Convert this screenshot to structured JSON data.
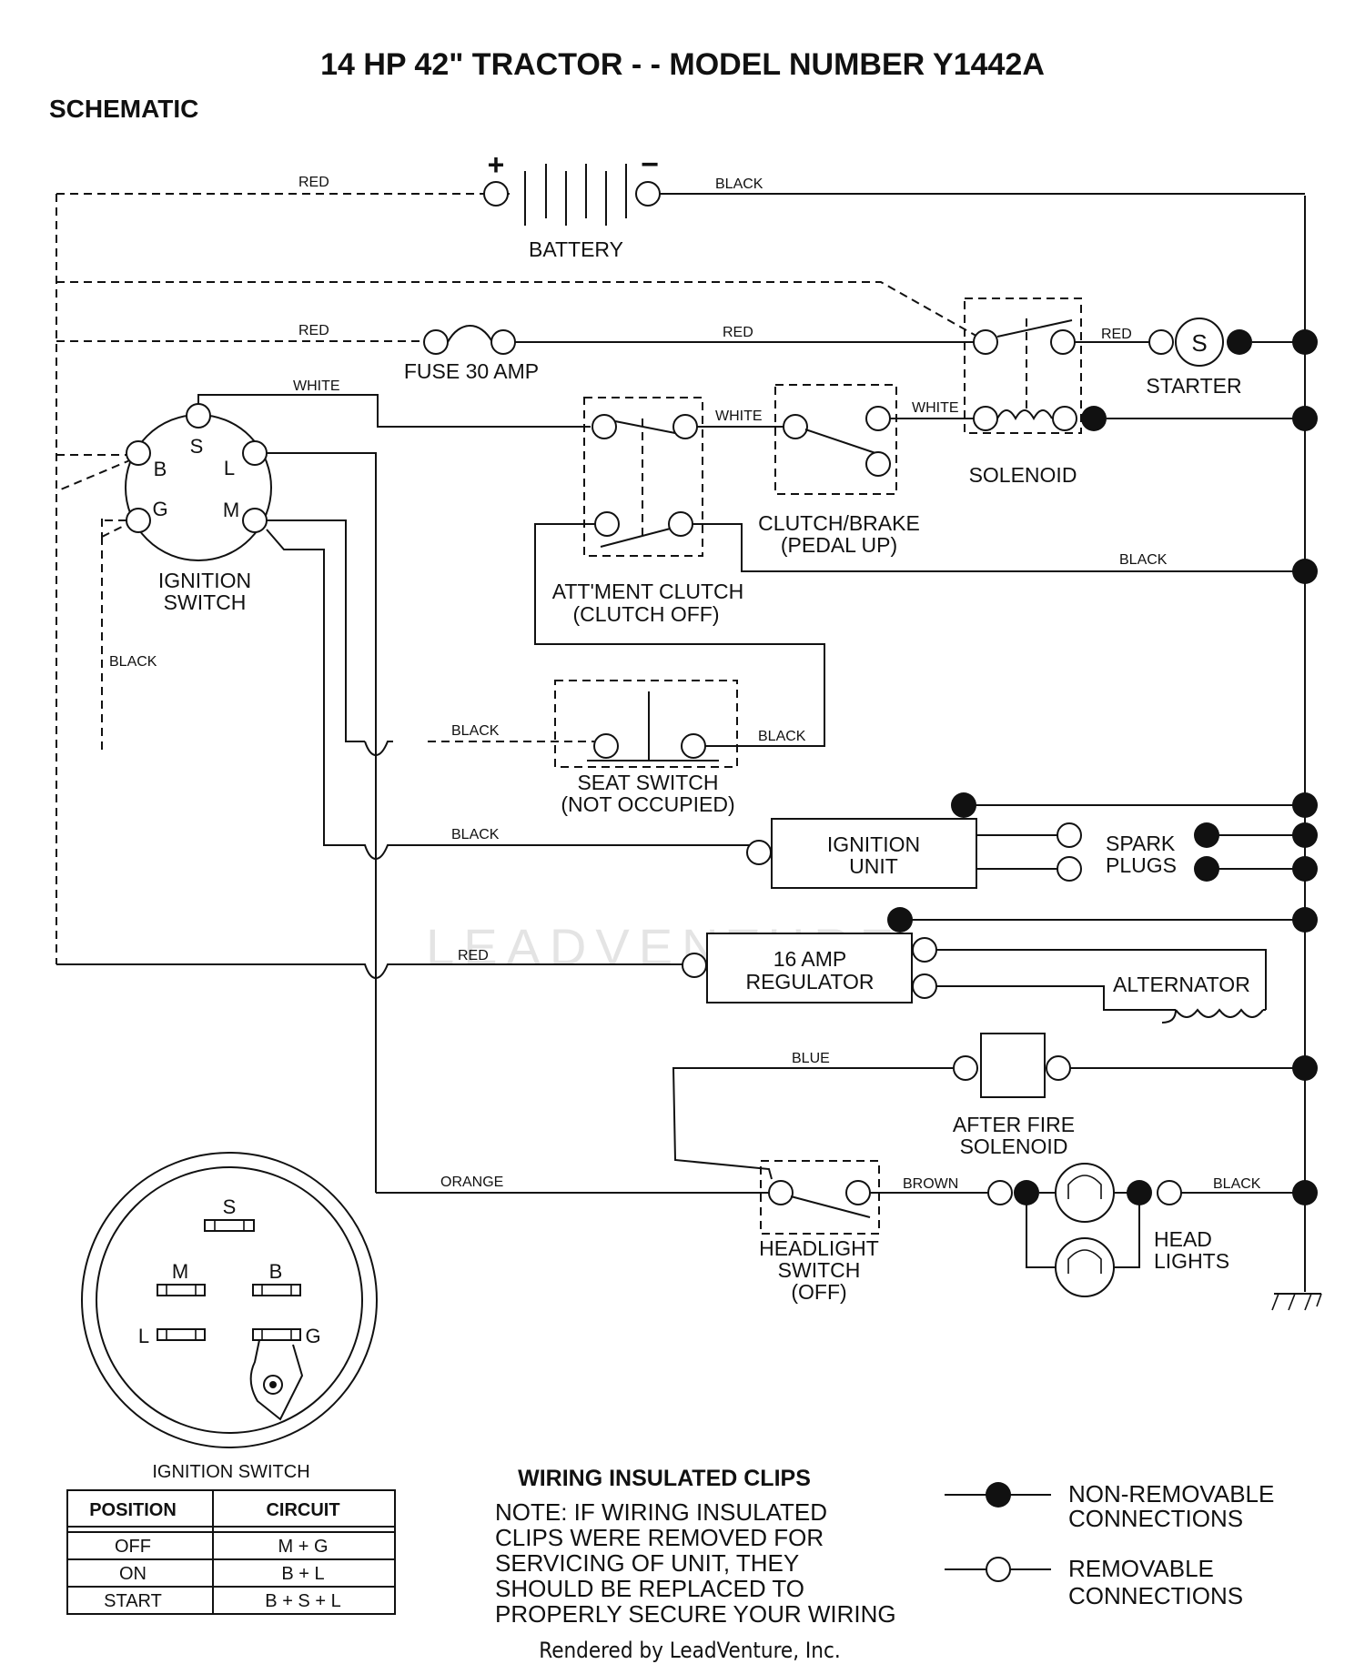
{
  "title": "14 HP 42\" TRACTOR - - MODEL NUMBER Y1442A",
  "subtitle": "SCHEMATIC",
  "watermark": "LEADVENTURE",
  "wire_labels": {
    "battery_pos": "RED",
    "battery_neg": "BLACK",
    "fuse_in": "RED",
    "fuse_out": "RED",
    "solenoid_starter": "RED",
    "white_ign": "WHITE",
    "white_clutch": "WHITE",
    "white_solenoid": "WHITE",
    "clutch_ground": "BLACK",
    "ign_black": "BLACK",
    "seat_in": "BLACK",
    "seat_out": "BLACK",
    "ignition_unit": "BLACK",
    "regulator": "RED",
    "after_fire": "BLUE",
    "headlight_in": "ORANGE",
    "headlight_out": "BROWN",
    "lights_ground": "BLACK"
  },
  "battery": {
    "label": "BATTERY",
    "pos": "+",
    "neg": "−"
  },
  "fuse": {
    "label": "FUSE 30 AMP"
  },
  "starter": {
    "label": "STARTER",
    "symbol": "S"
  },
  "solenoid": {
    "label": "SOLENOID"
  },
  "ignition_switch": {
    "label_1": "IGNITION",
    "label_2": "SWITCH",
    "pins": {
      "s": "S",
      "b": "B",
      "l": "L",
      "g": "G",
      "m": "M"
    }
  },
  "clutch_brake": {
    "label_1": "CLUTCH/BRAKE",
    "label_2": "(PEDAL UP)"
  },
  "attachment_clutch": {
    "label_1": "ATT'MENT CLUTCH",
    "label_2": "(CLUTCH OFF)"
  },
  "seat_switch": {
    "label_1": "SEAT SWITCH",
    "label_2": "(NOT OCCUPIED)"
  },
  "ignition_unit": {
    "label_1": "IGNITION",
    "label_2": "UNIT"
  },
  "spark_plugs": {
    "label_1": "SPARK",
    "label_2": "PLUGS"
  },
  "regulator": {
    "label_1": "16 AMP",
    "label_2": "REGULATOR"
  },
  "alternator": {
    "label": "ALTERNATOR"
  },
  "after_fire_solenoid": {
    "label_1": "AFTER FIRE",
    "label_2": "SOLENOID"
  },
  "headlight_switch": {
    "label_1": "HEADLIGHT",
    "label_2": "SWITCH",
    "label_3": "(OFF)"
  },
  "head_lights": {
    "label_1": "HEAD",
    "label_2": "LIGHTS"
  },
  "ignition_switch_face": {
    "pins": {
      "s": "S",
      "m": "M",
      "b": "B",
      "l": "L",
      "g": "G"
    },
    "caption": "IGNITION SWITCH"
  },
  "switch_table": {
    "headers": [
      "POSITION",
      "CIRCUIT"
    ],
    "rows": [
      [
        "OFF",
        "M + G"
      ],
      [
        "ON",
        "B + L"
      ],
      [
        "START",
        "B + S + L"
      ]
    ]
  },
  "clips_note": {
    "heading": "WIRING INSULATED CLIPS",
    "lines": [
      "NOTE: IF WIRING INSULATED",
      "CLIPS WERE REMOVED FOR",
      "SERVICING OF UNIT, THEY",
      "SHOULD BE REPLACED TO",
      "PROPERLY SECURE YOUR WIRING"
    ]
  },
  "legend": {
    "non_removable_1": "NON-REMOVABLE",
    "non_removable_2": "CONNECTIONS",
    "removable_1": "REMOVABLE",
    "removable_2": "CONNECTIONS"
  },
  "credit": "Rendered by LeadVenture, Inc."
}
